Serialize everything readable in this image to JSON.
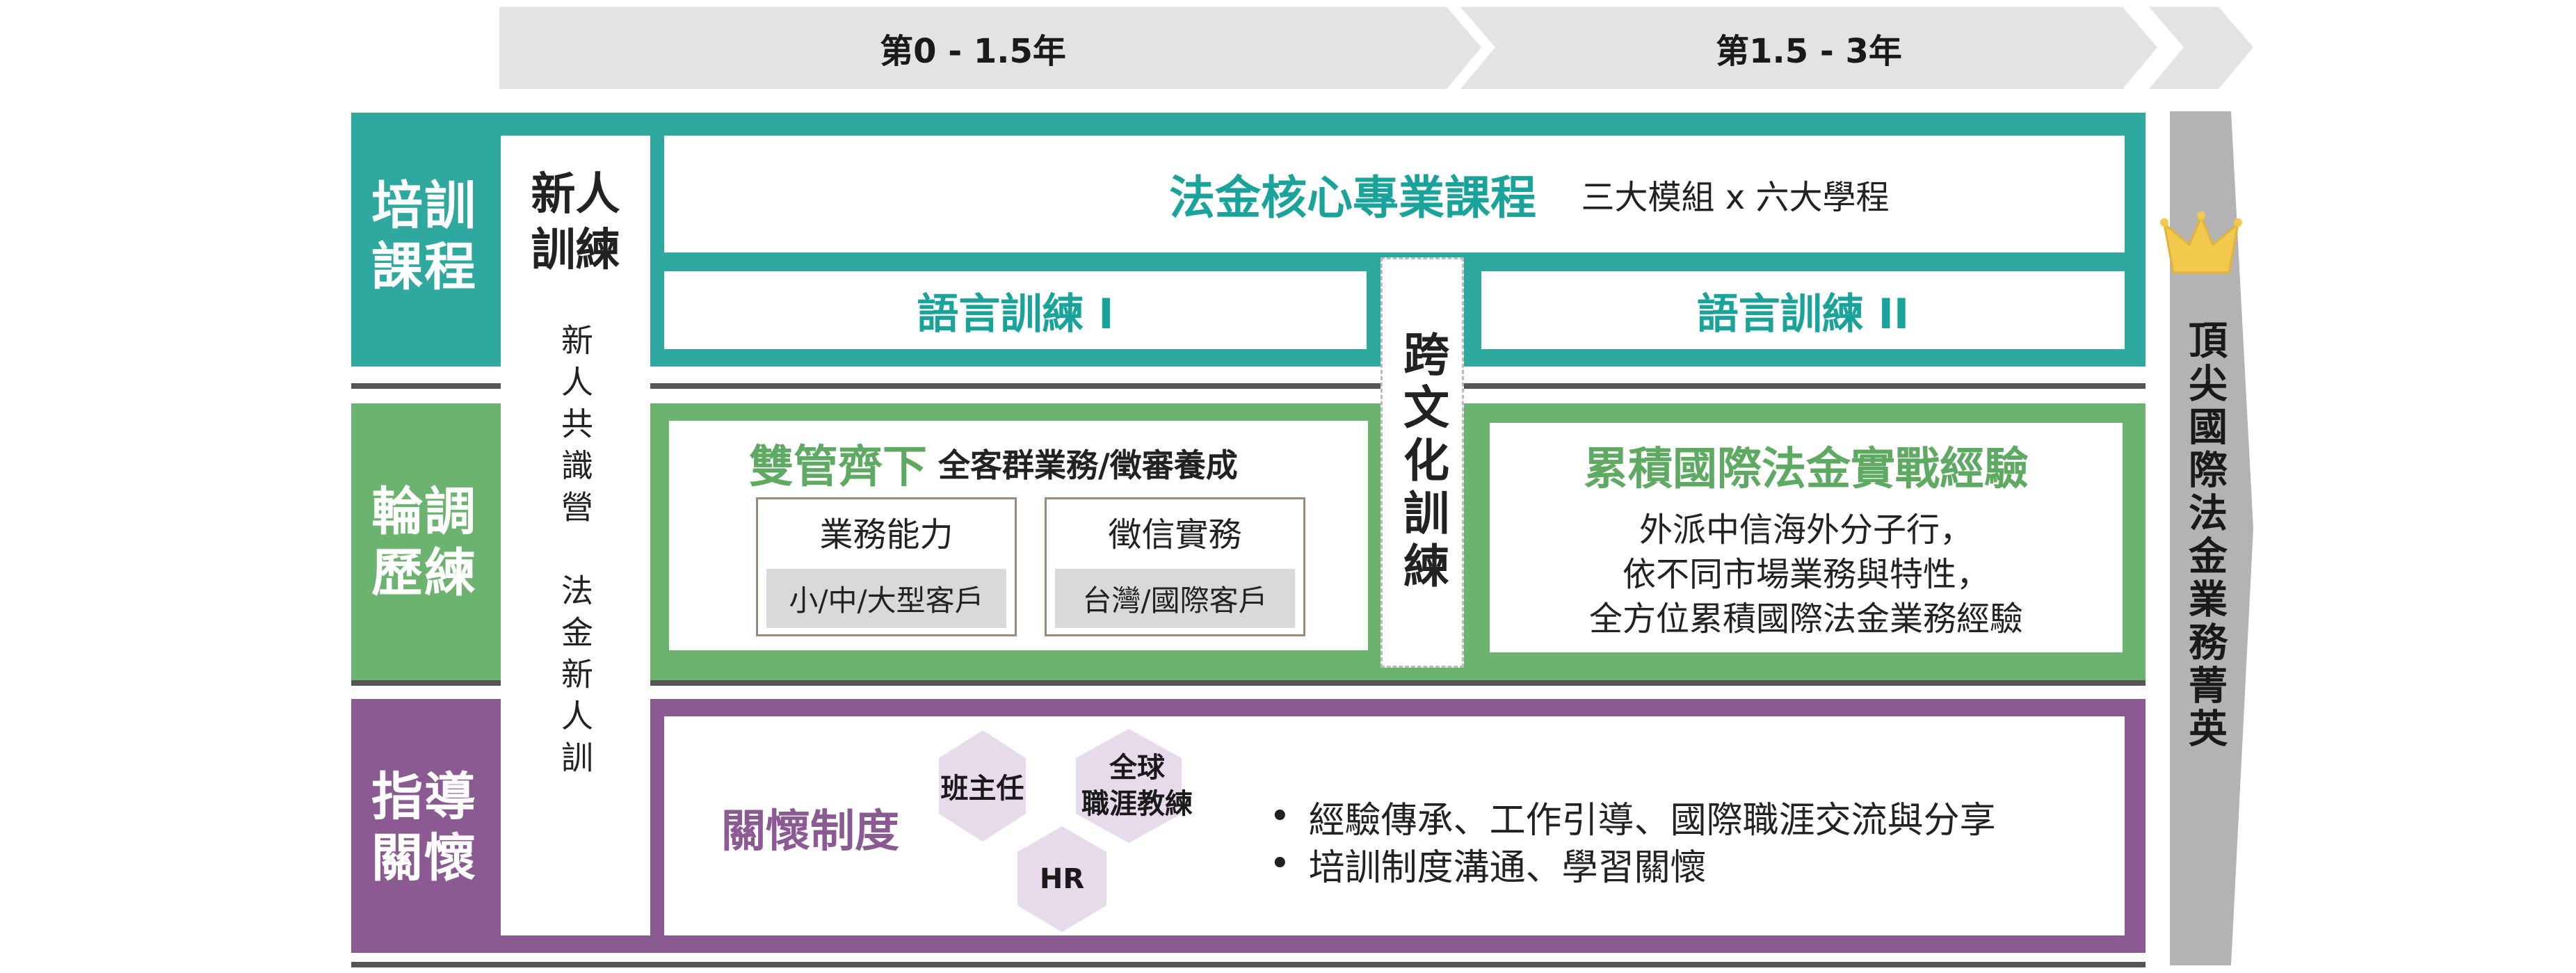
{
  "timeline": {
    "phase1": "第0 - 1.5年",
    "phase2": "第1.5 - 3年"
  },
  "rows": {
    "training": {
      "label": "培訓\n課程"
    },
    "rotation": {
      "label": "輪調\n歷練"
    },
    "mentoring": {
      "label": "指導\n關懷"
    }
  },
  "newcomer": {
    "title": "新人\n訓練",
    "vertical_text": "新人共識營　法金新人訓"
  },
  "core_course": {
    "title": "法金核心專業課程",
    "subtitle": "三大模組 x 六大學程"
  },
  "language": {
    "level1": "語言訓練 I",
    "level2": "語言訓練 II"
  },
  "cross_cultural": "跨文化訓練",
  "dual_track": {
    "title": "雙管齊下",
    "subtitle": "全客群業務/徵審養成",
    "box1": {
      "title": "業務能力",
      "chip": "小/中/大型客戶"
    },
    "box2": {
      "title": "徵信實務",
      "chip": "台灣/國際客戶"
    }
  },
  "international": {
    "title": "累積國際法金實戰經驗",
    "lines": [
      "外派中信海外分子行，",
      "依不同市場業務與特性，",
      "全方位累積國際法金業務經驗"
    ]
  },
  "care": {
    "title": "關懷制度",
    "hex1": "班主任",
    "hex2": "全球\n職涯教練",
    "hex3": "HR",
    "bullets": [
      "經驗傳承、工作引導、國際職涯交流與分享",
      "培訓制度溝通、學習關懷"
    ]
  },
  "goal": "頂尖國際法金業務菁英",
  "colors": {
    "teal": "#2fa8a0",
    "green": "#6bb36e",
    "purple": "#8b5a93",
    "grey_arrow": "#e3e3e3",
    "goal_arrow": "#b3b3b3",
    "crown": "#f2c94c"
  },
  "icons": {
    "crown": "crown-icon"
  }
}
